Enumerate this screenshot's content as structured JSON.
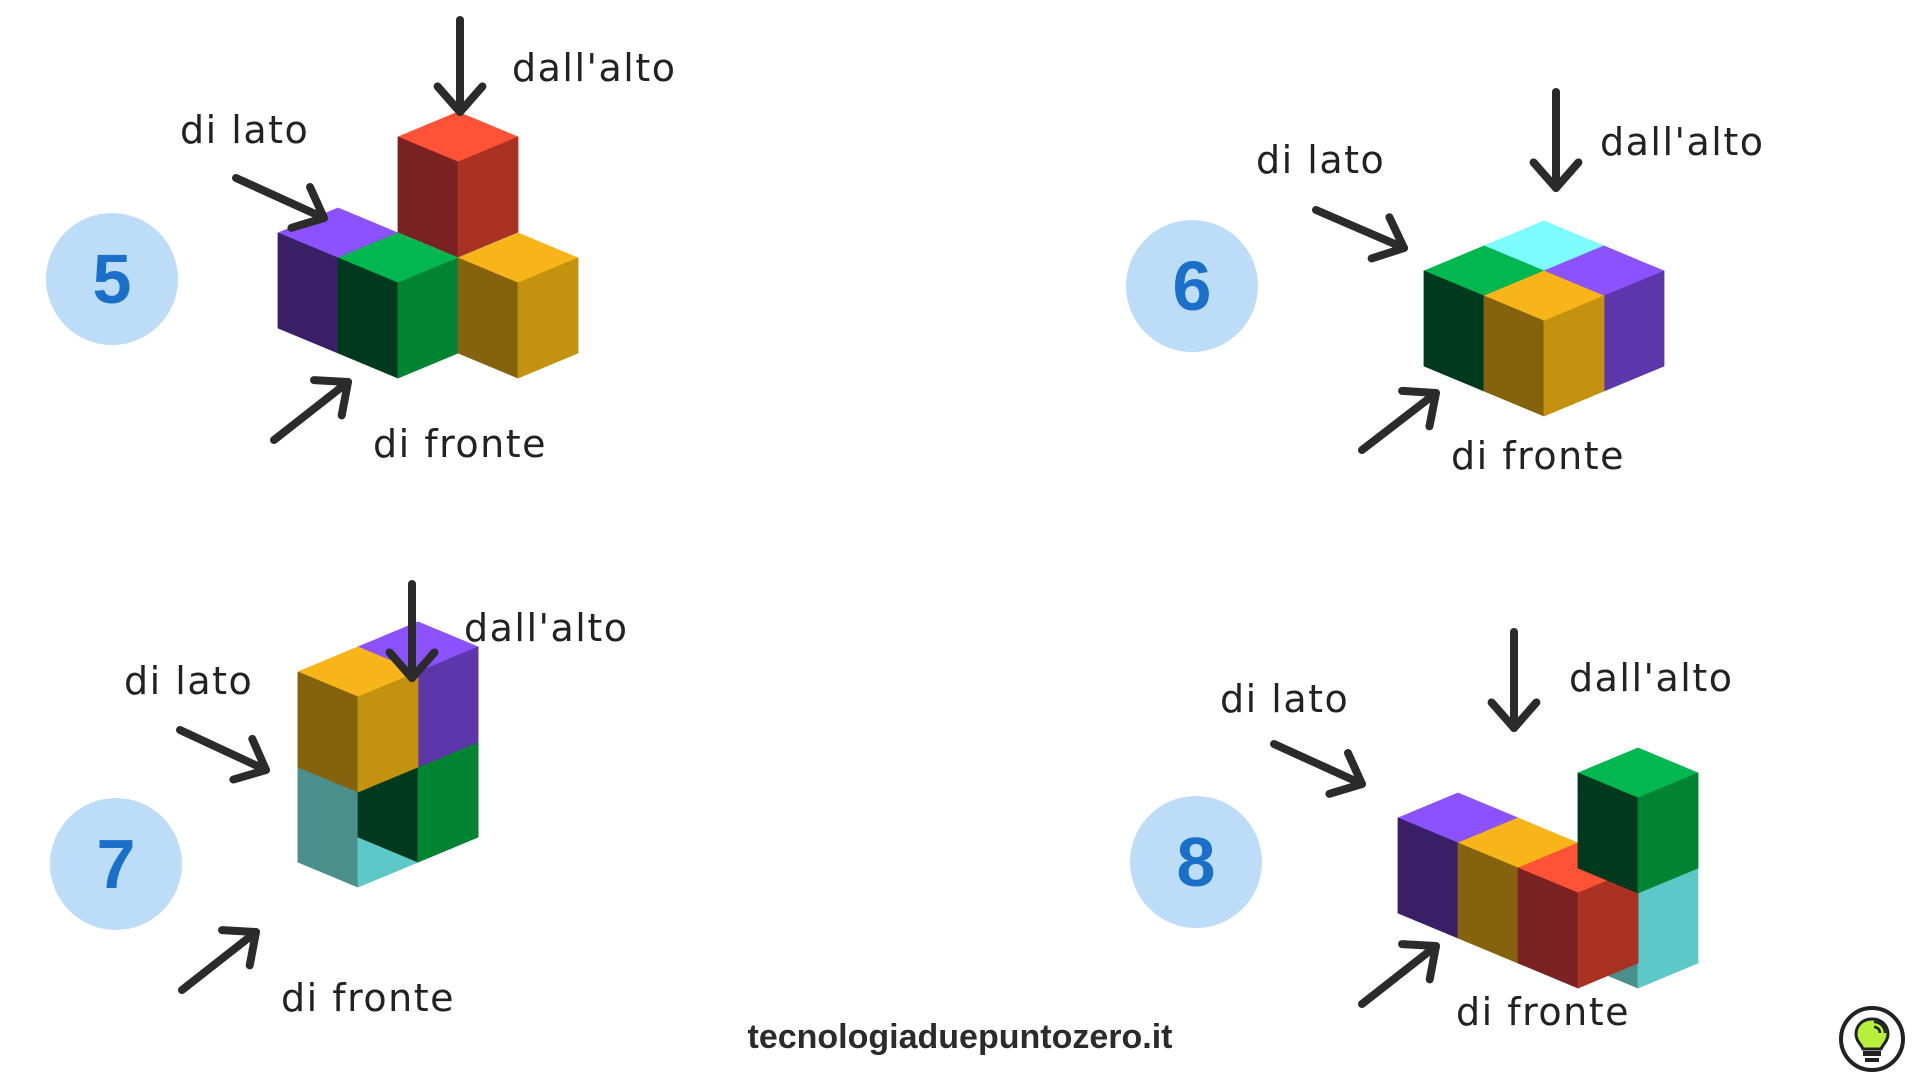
{
  "exercises": [
    {
      "number": "5",
      "top_label": "dall'alto",
      "side_label": "di lato",
      "front_label": "di fronte"
    },
    {
      "number": "6",
      "top_label": "dall'alto",
      "side_label": "di lato",
      "front_label": "di fronte"
    },
    {
      "number": "7",
      "top_label": "dall'alto",
      "side_label": "di lato",
      "front_label": "di fronte"
    },
    {
      "number": "8",
      "top_label": "dall'alto",
      "side_label": "di lato",
      "front_label": "di fronte"
    }
  ],
  "footer": {
    "site": "tecnologiaduepuntozero.it"
  },
  "logo": {
    "icon": "lightbulb-icon"
  },
  "colors": {
    "circle": "#bcdcf7",
    "number": "#1a6fc9",
    "arrow": "#2b2b2b",
    "red": [
      "#ff5236",
      "#7a2222",
      "#aa3222"
    ],
    "green": [
      "#00b84f",
      "#003a1e",
      "#008432"
    ],
    "purple": [
      "#8c52ff",
      "#392066",
      "#5c36aa"
    ],
    "yellow": [
      "#f8b51a",
      "#85630e",
      "#c4920e"
    ],
    "cyan": [
      "#7cfcfc",
      "#4a8f8c",
      "#5dc8c8"
    ]
  }
}
